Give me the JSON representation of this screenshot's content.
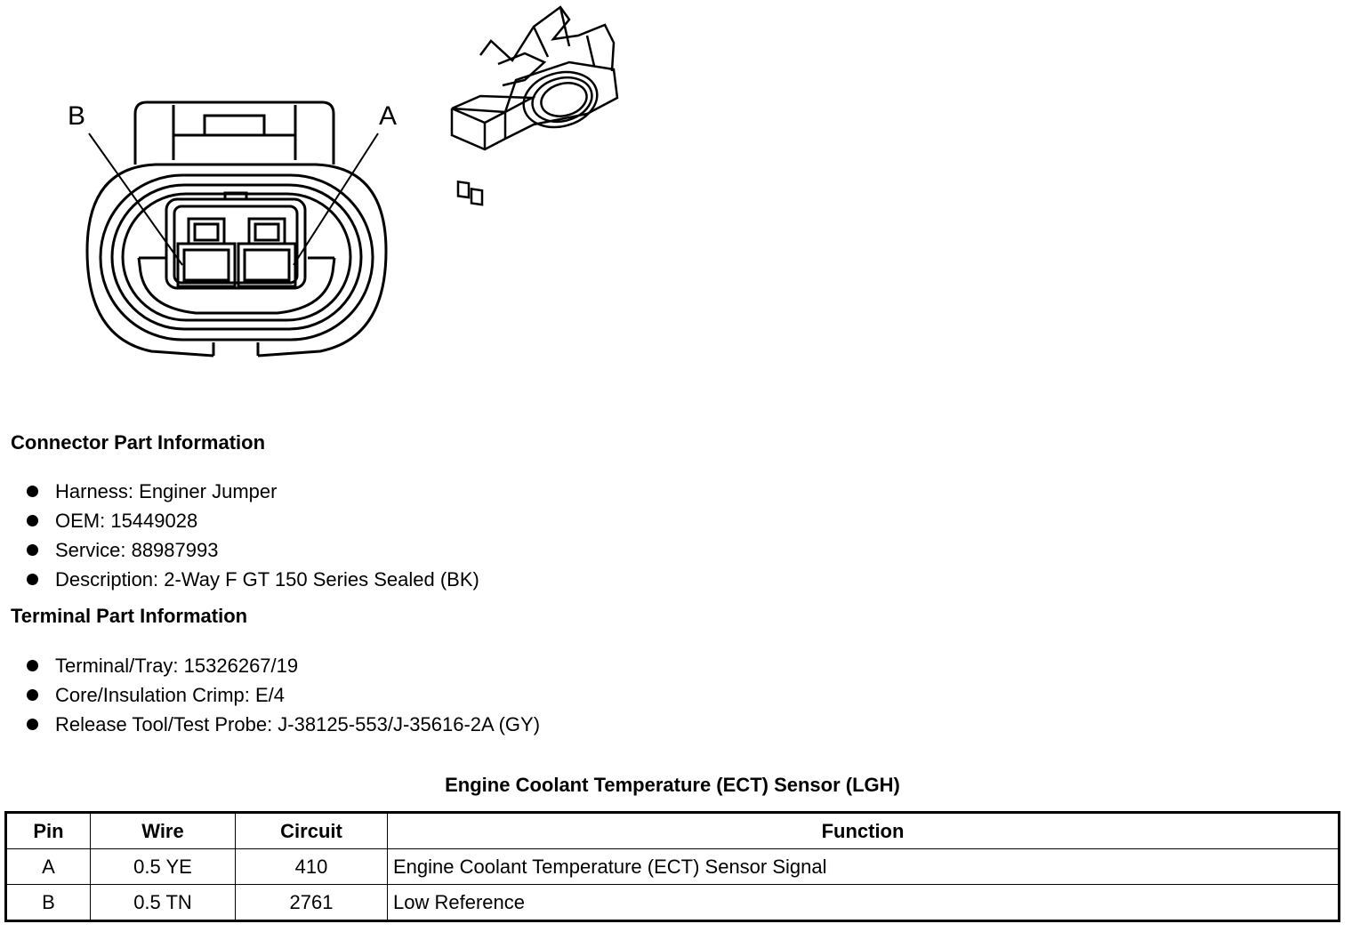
{
  "figure": {
    "pin_b_label": "B",
    "pin_a_label": "A"
  },
  "connector_info": {
    "heading": "Connector Part Information",
    "items": [
      "Harness: Enginer Jumper",
      "OEM: 15449028",
      "Service: 88987993",
      "Description: 2-Way F GT 150 Series Sealed (BK)"
    ]
  },
  "terminal_info": {
    "heading": "Terminal Part Information",
    "items": [
      "Terminal/Tray: 15326267/19",
      "Core/Insulation Crimp: E/4",
      "Release Tool/Test Probe: J-38125-553/J-35616-2A (GY)"
    ]
  },
  "table": {
    "title": "Engine Coolant Temperature (ECT) Sensor (LGH)",
    "headers": [
      "Pin",
      "Wire",
      "Circuit",
      "Function"
    ],
    "rows": [
      [
        "A",
        "0.5 YE",
        "410",
        "Engine Coolant Temperature (ECT) Sensor Signal"
      ],
      [
        "B",
        "0.5 TN",
        "2761",
        "Low Reference"
      ]
    ]
  }
}
